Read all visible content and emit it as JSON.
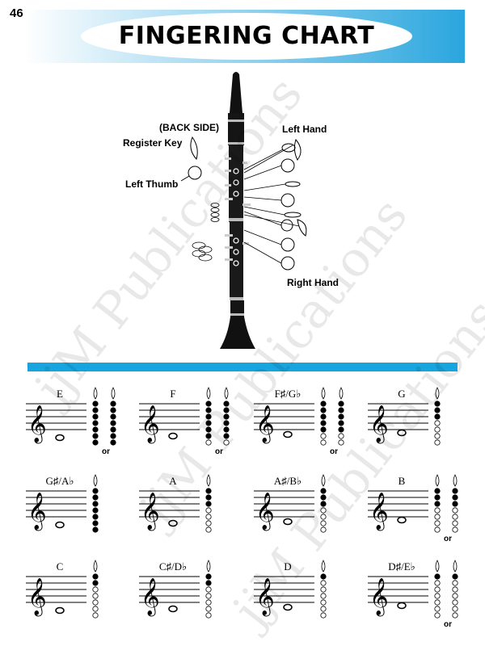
{
  "page": {
    "number": "46",
    "title": "FINGERING CHART"
  },
  "diagram": {
    "back_side": "(BACK SIDE)",
    "register_key": "Register Key",
    "left_thumb": "Left Thumb",
    "left_hand": "Left Hand",
    "right_hand": "Right Hand"
  },
  "watermark": "jjM Publications",
  "colors": {
    "accent": "#17a5df",
    "banner": "#2aa6de",
    "ink": "#000000"
  },
  "fingerings": [
    {
      "note": "E",
      "alt_label": "or"
    },
    {
      "note": "F",
      "alt_label": "or"
    },
    {
      "note": "F♯/G♭",
      "alt_label": "or"
    },
    {
      "note": "G",
      "alt_label": ""
    },
    {
      "note": "G♯/A♭",
      "alt_label": ""
    },
    {
      "note": "A",
      "alt_label": ""
    },
    {
      "note": "A♯/B♭",
      "alt_label": ""
    },
    {
      "note": "B",
      "alt_label": "or"
    },
    {
      "note": "C",
      "alt_label": ""
    },
    {
      "note": "C♯/D♭",
      "alt_label": ""
    },
    {
      "note": "D",
      "alt_label": ""
    },
    {
      "note": "D♯/E♭",
      "alt_label": "or"
    }
  ]
}
